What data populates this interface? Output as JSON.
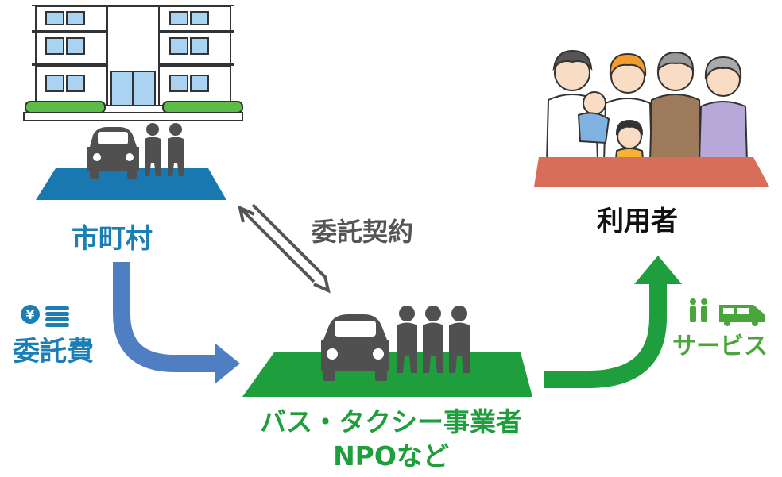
{
  "labels": {
    "municipality": "市町村",
    "contract": "委託契約",
    "users": "利用者",
    "fee": "委託費",
    "service": "サービス",
    "operators": "バス・タクシー事業者",
    "npo": "NPOなど",
    "yen_symbol": "¥"
  },
  "colors": {
    "municipality_blue": "#1b7fb5",
    "platform_blue": "#1a78b0",
    "operator_green": "#1e9e3c",
    "arrow_blue": "#4f7fc2",
    "service_green": "#4aa63a",
    "contract_gray": "#555555",
    "icon_gray": "#505050",
    "table_red": "#d86e5a"
  },
  "icons": [
    "municipal-building-icon",
    "car-icon",
    "person-icon",
    "family-icon",
    "yen-coin-icon",
    "coin-stack-icon",
    "van-icon",
    "bidirectional-arrow-icon"
  ]
}
